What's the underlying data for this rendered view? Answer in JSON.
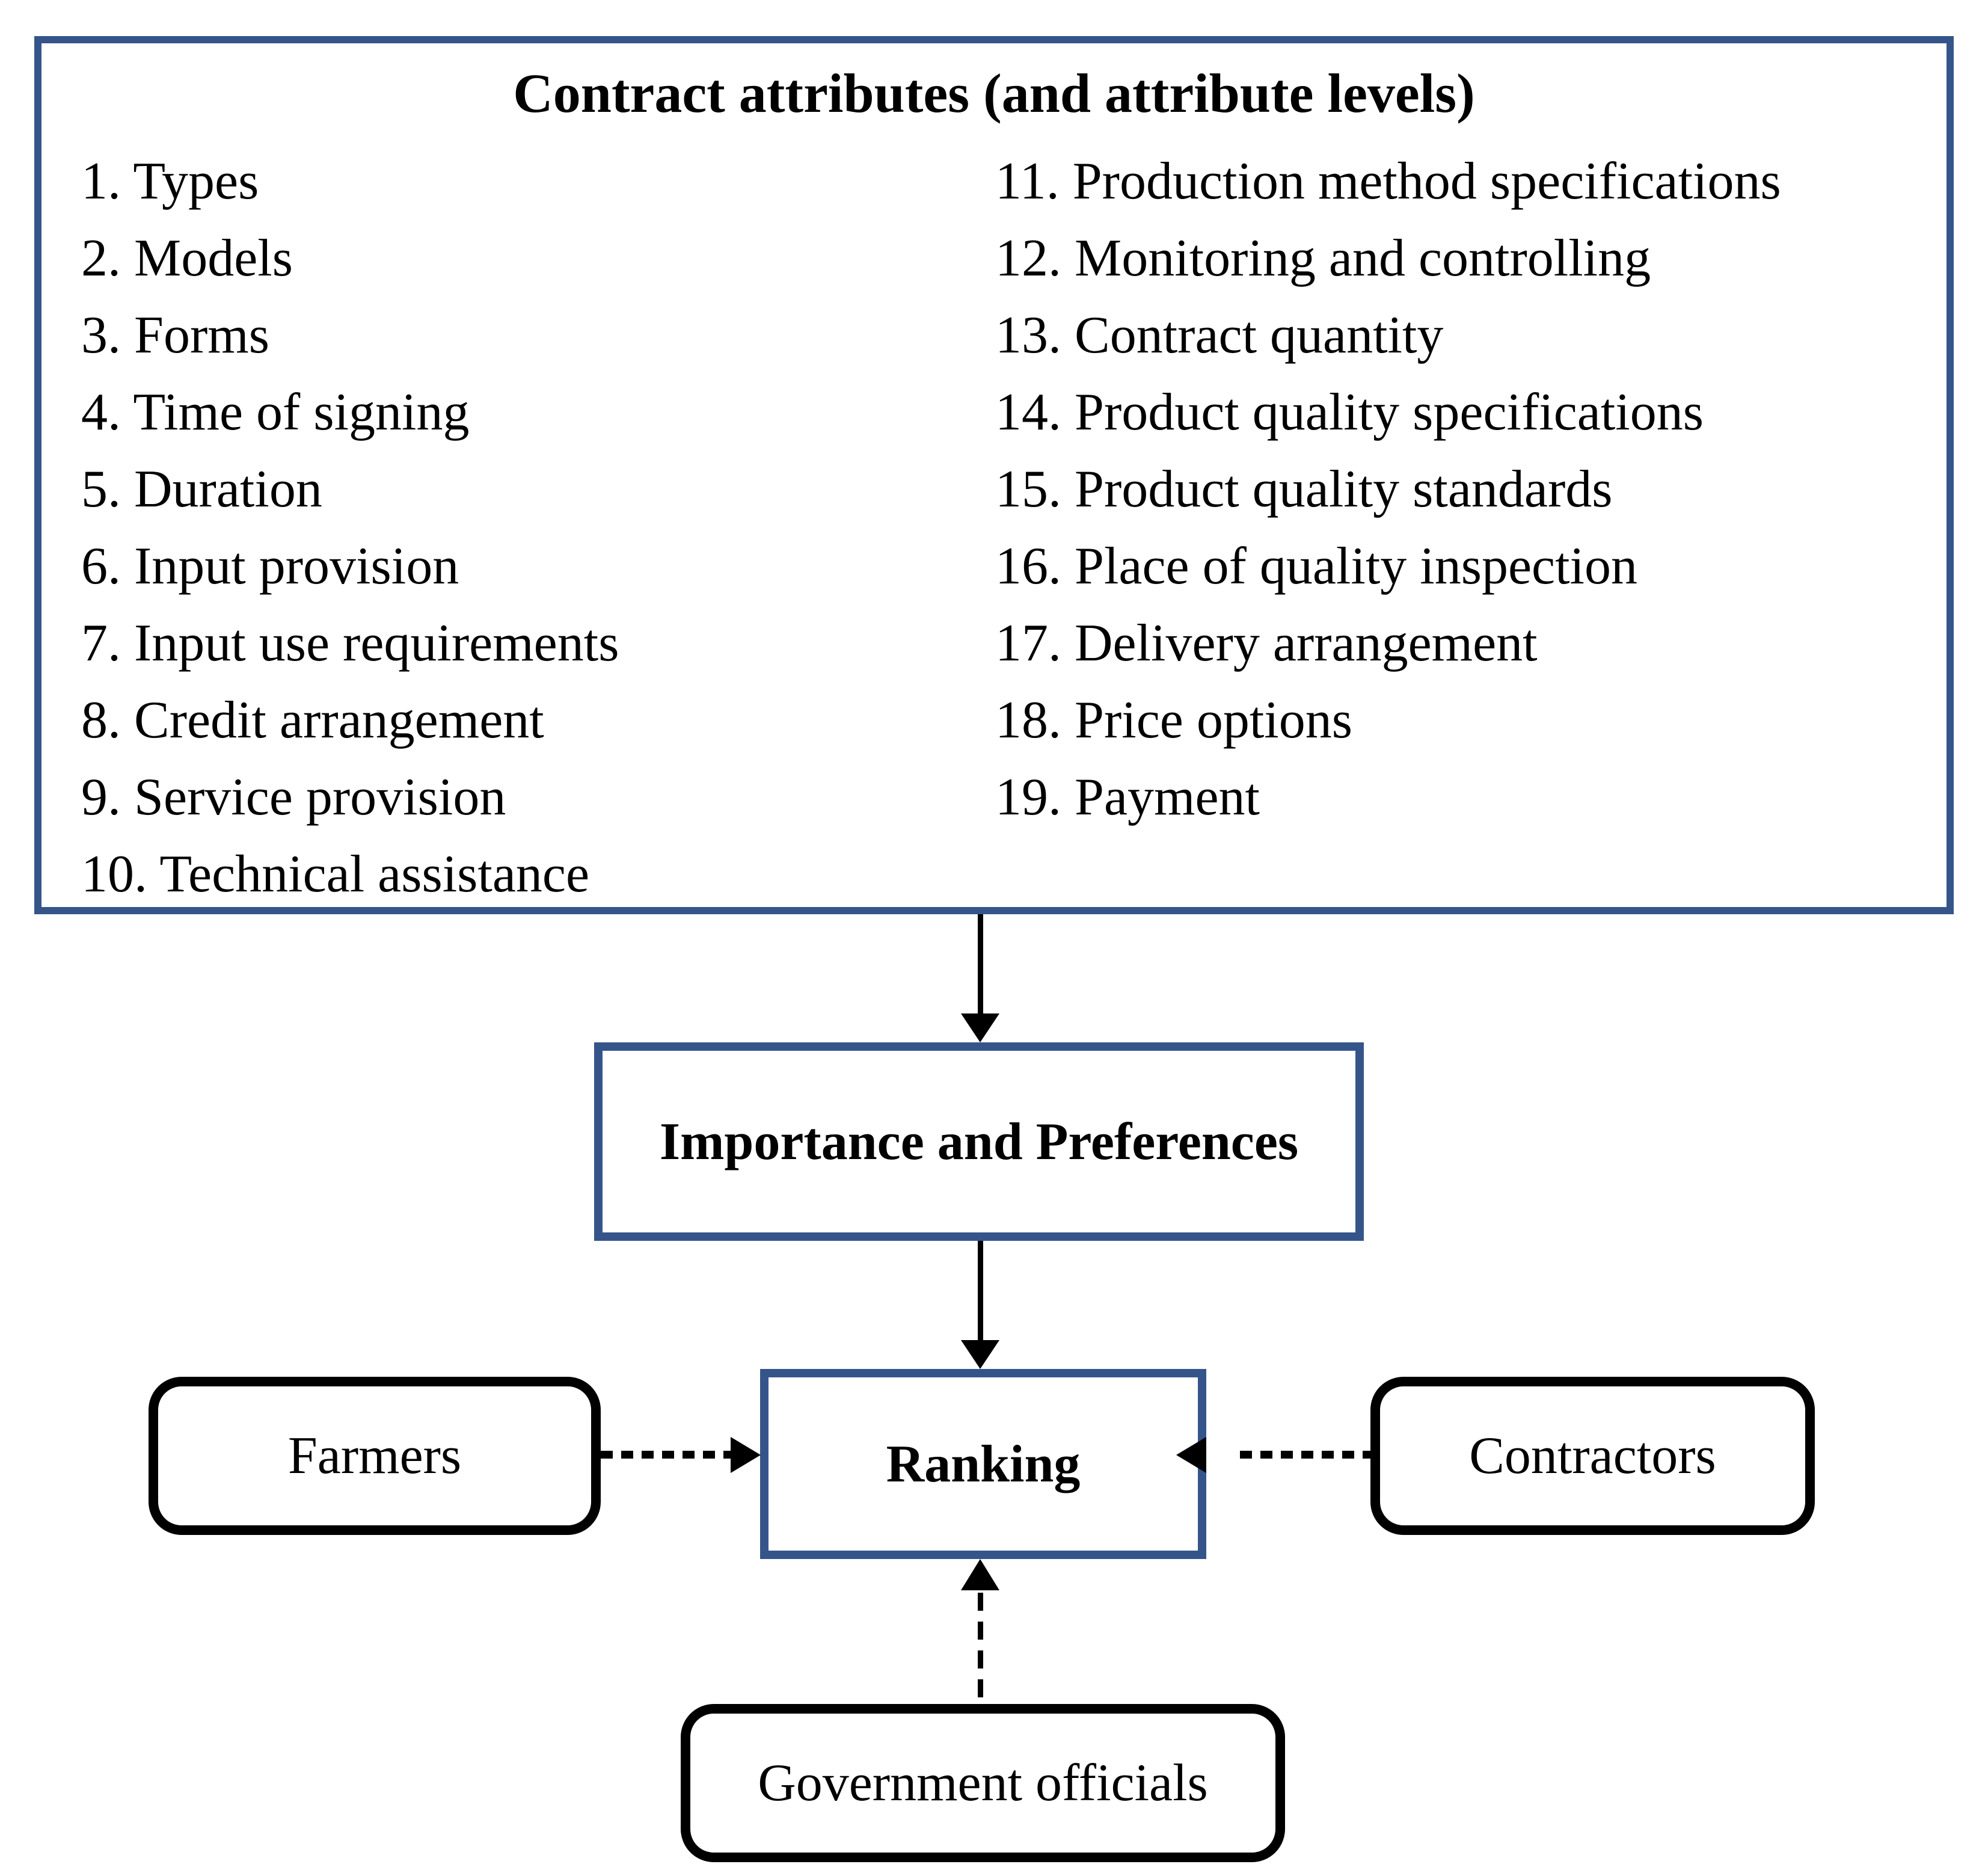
{
  "diagram": {
    "attributes_box": {
      "title": "Contract attributes (and attribute levels)",
      "left_items": [
        "1. Types",
        "2. Models",
        "3. Forms",
        "4. Time of signing",
        "5. Duration",
        "6. Input provision",
        "7. Input use requirements",
        "8. Credit arrangement",
        "9. Service provision",
        "10. Technical assistance"
      ],
      "right_items": [
        "11. Production method specifications",
        "12. Monitoring and controlling",
        "13. Contract quantity",
        "14. Product quality specifications",
        "15. Product quality standards",
        "16. Place of quality inspection",
        "17. Delivery arrangement",
        "18. Price options",
        "19. Payment"
      ]
    },
    "importance_box": {
      "label": "Importance and Preferences"
    },
    "ranking_box": {
      "label": "Ranking"
    },
    "stakeholder_boxes": {
      "farmers": "Farmers",
      "contractors": "Contractors",
      "government": "Government officials"
    },
    "colors": {
      "accent_blue": "#35558A",
      "box_black": "#000000",
      "background": "#FFFFFF"
    }
  }
}
